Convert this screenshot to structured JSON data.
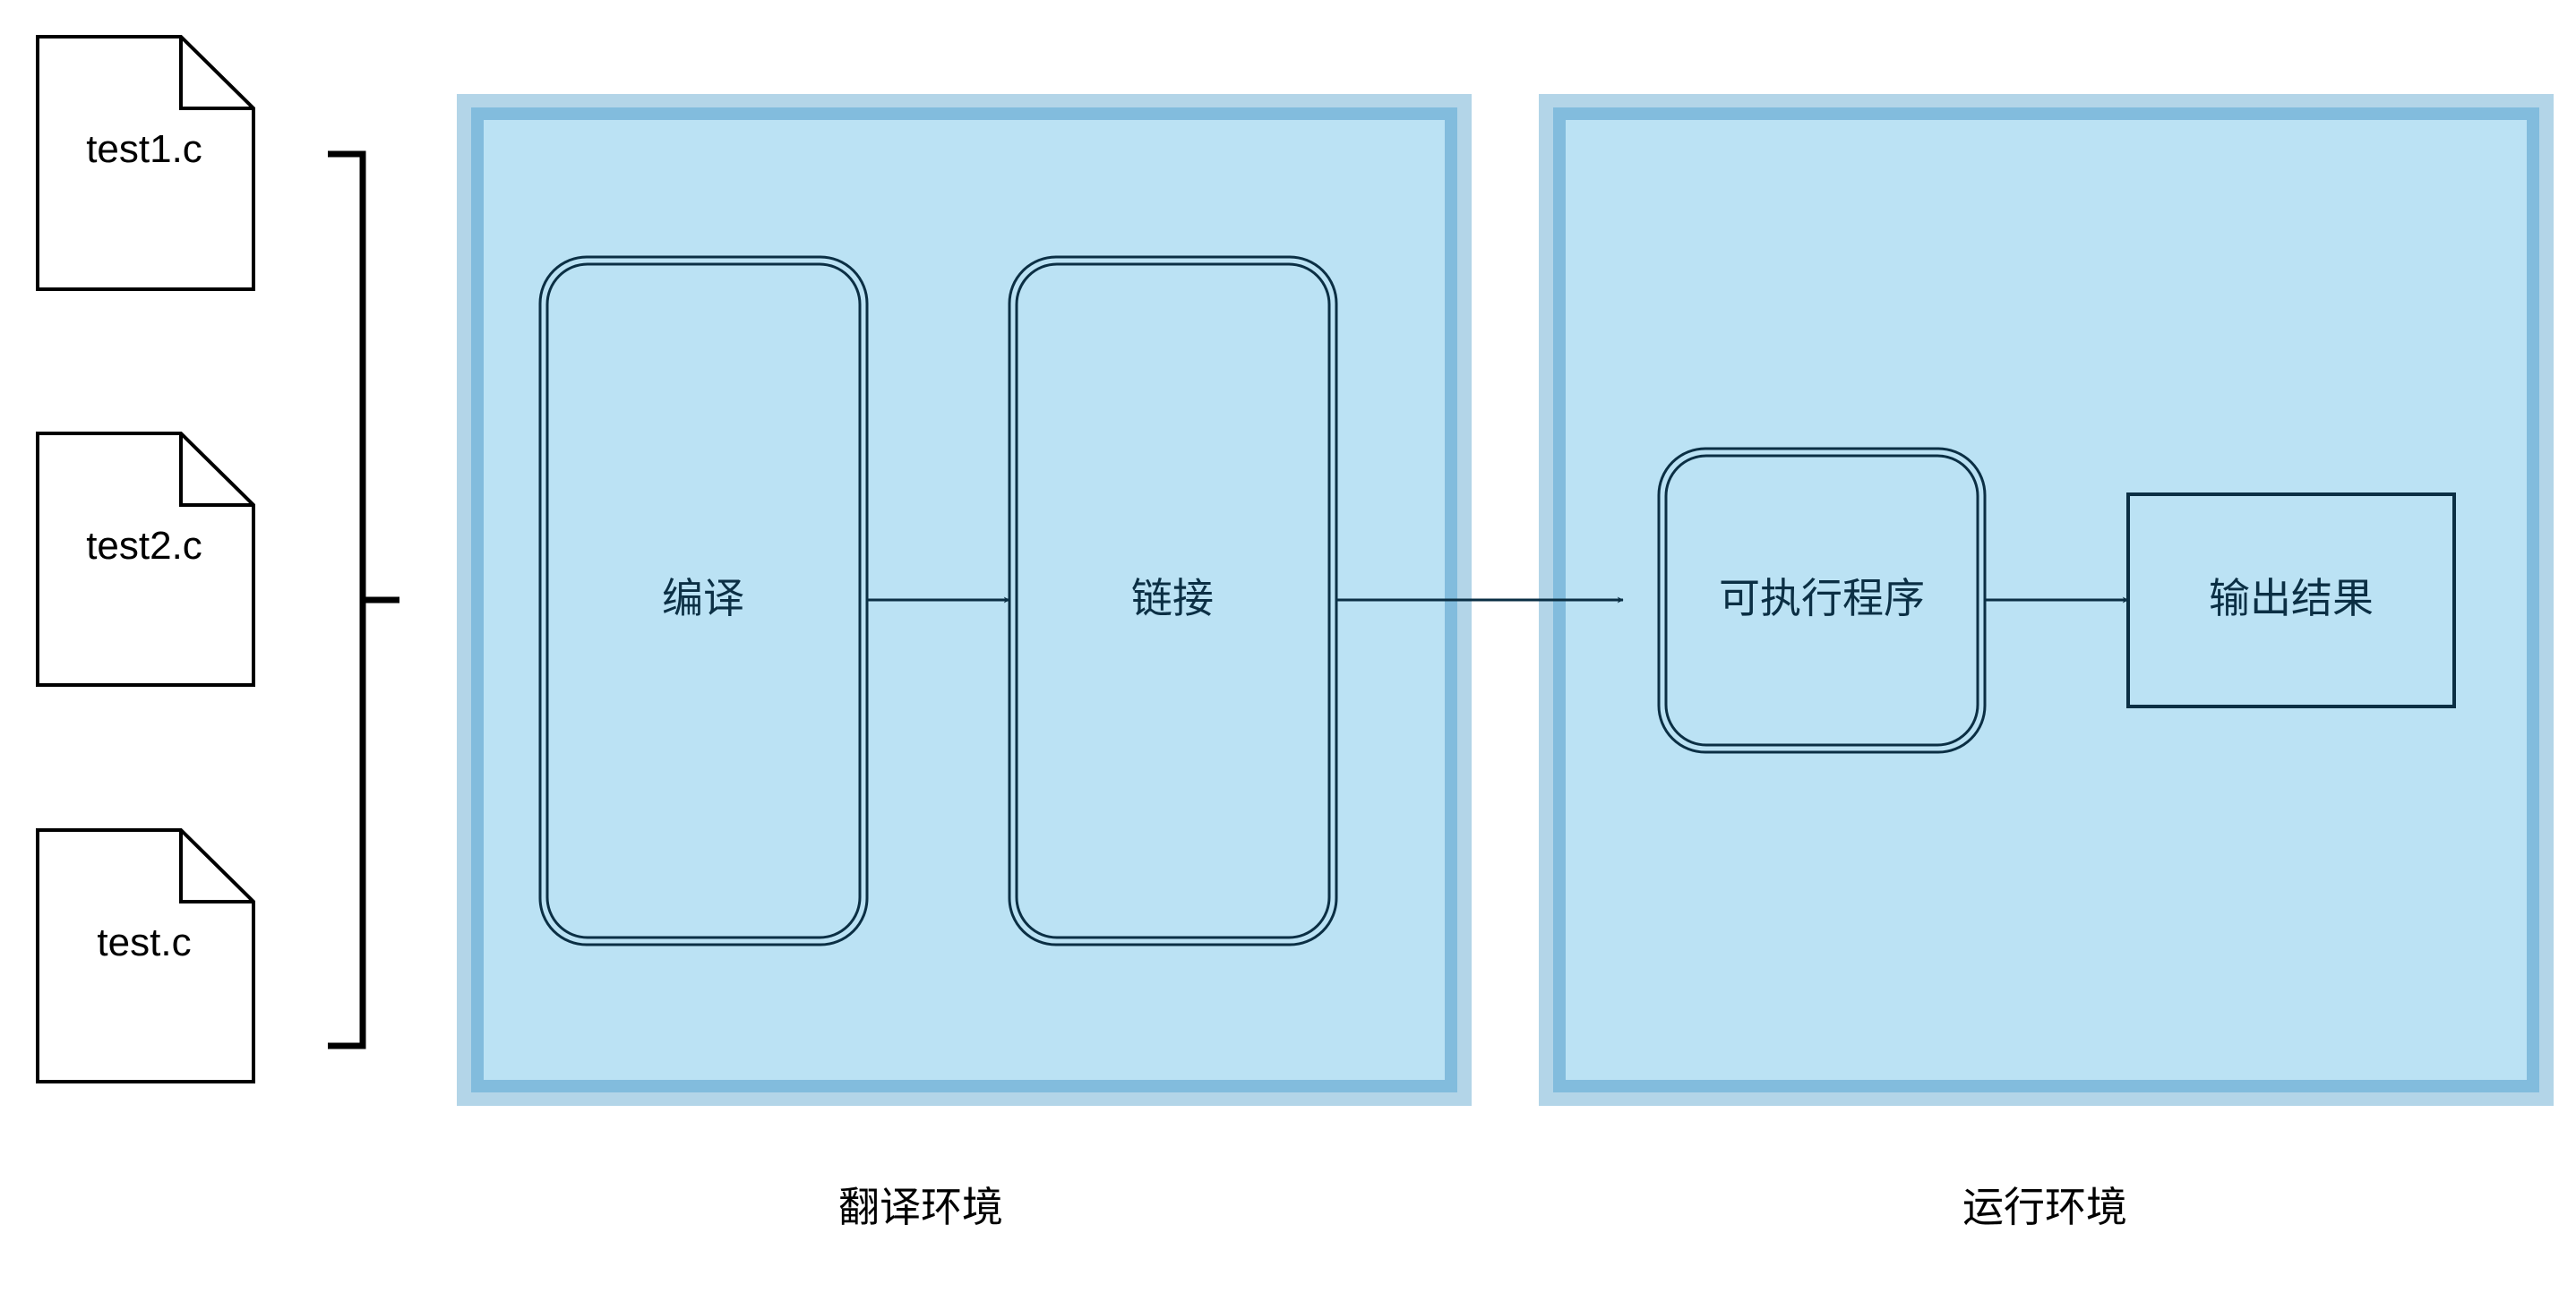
{
  "files": [
    {
      "name": "test1.c"
    },
    {
      "name": "test2.c"
    },
    {
      "name": "test.c"
    }
  ],
  "environments": {
    "translation": {
      "label": "翻译环境",
      "steps": {
        "compile": "编译",
        "link": "链接"
      }
    },
    "runtime": {
      "label": "运行环境",
      "steps": {
        "executable": "可执行程序",
        "output": "输出结果"
      }
    }
  },
  "colors": {
    "env_outer": "#b3d5e8",
    "env_border": "#82bcdd",
    "env_fill": "#bbe2f4",
    "node_stroke": "#0b2f44",
    "file_stroke": "#000000"
  }
}
